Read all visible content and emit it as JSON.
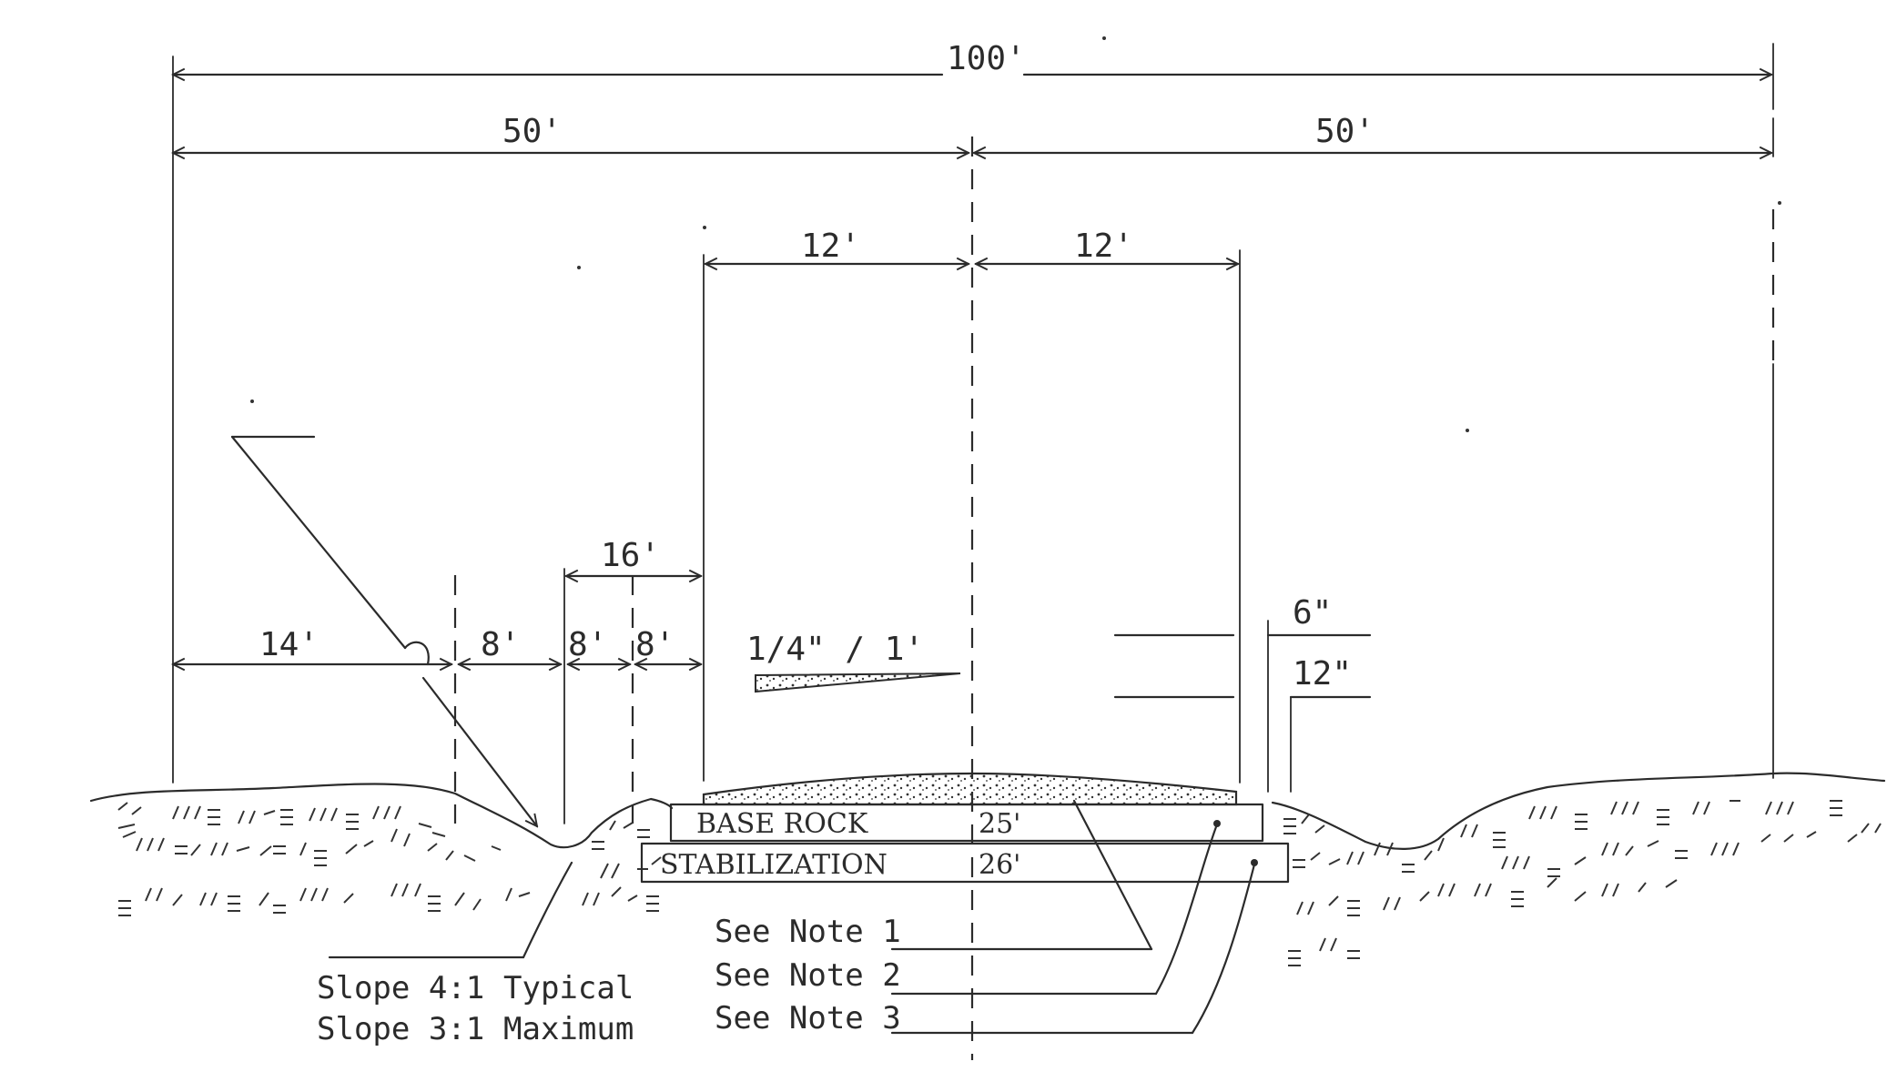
{
  "drawing": {
    "dimensions": {
      "overall_width": "100'",
      "left_half": "50'",
      "right_half": "50'",
      "left_lane": "12'",
      "right_lane": "12'",
      "ditch_width": "16'",
      "left_setback": "14'",
      "segment_a": "8'",
      "segment_b": "8'",
      "segment_c": "8'",
      "crown_slope": "1/4\" / 1'",
      "surface_depth": "6\"",
      "base_depth": "12\""
    },
    "layers": {
      "base_rock_label": "BASE ROCK",
      "base_rock_width": "25'",
      "stabilization_label": "STABILIZATION",
      "stabilization_width": "26'"
    },
    "notes": {
      "note1": "See Note 1",
      "note2": "See Note 2",
      "note3": "See Note 3"
    },
    "slopes": {
      "typical_label": "Slope 4:1",
      "typical_value": "Typical",
      "maximum_label": "Slope 3:1",
      "maximum_value": "Maximum"
    }
  }
}
